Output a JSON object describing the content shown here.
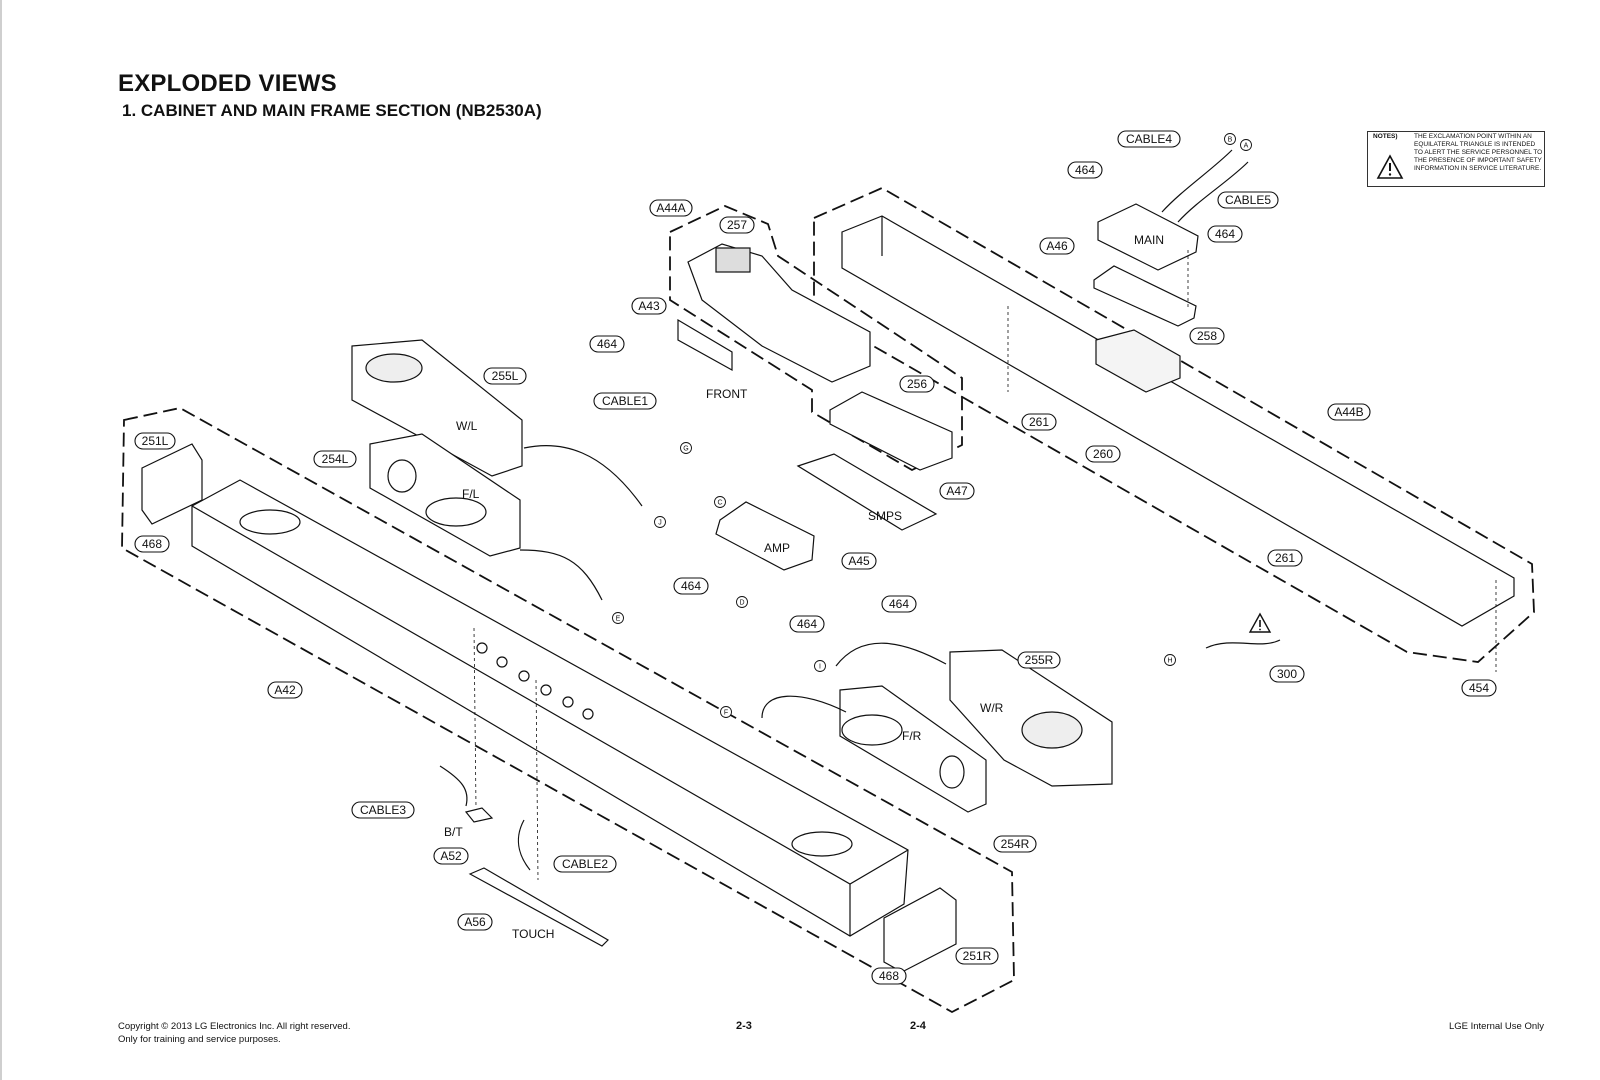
{
  "title": "EXPLODED VIEWS",
  "subtitle": "1. CABINET AND MAIN FRAME SECTION (NB2530A)",
  "notes": {
    "label": "NOTES)",
    "text": "THE EXCLAMATION POINT WITHIN AN EQUILATERAL TRIANGLE IS INTENDED TO ALERT THE SERVICE PERSONNEL TO THE PRESENCE OF IMPORTANT SAFETY INFORMATION IN SERVICE LITERATURE."
  },
  "part_labels": [
    "CABLE4",
    "464",
    "CABLE5",
    "A46",
    "464",
    "258",
    "A44A",
    "257",
    "A43",
    "464",
    "CABLE1",
    "256",
    "255L",
    "251L",
    "468",
    "254L",
    "A47",
    "A45",
    "464",
    "464",
    "464",
    "261",
    "260",
    "A44B",
    "261",
    "300",
    "454",
    "A42",
    "255R",
    "254R",
    "CABLE3",
    "A52",
    "CABLE2",
    "A56",
    "251R",
    "468"
  ],
  "component_names": [
    "MAIN",
    "FRONT",
    "W/L",
    "F/L",
    "SMPS",
    "AMP",
    "W/R",
    "F/R",
    "B/T",
    "TOUCH"
  ],
  "connector_refs": [
    "A",
    "B",
    "C",
    "D",
    "E",
    "F",
    "G",
    "H",
    "I",
    "J"
  ],
  "footer": {
    "copyright_line1": "Copyright © 2013 LG Electronics Inc. All right reserved.",
    "copyright_line2": "Only for training and service purposes.",
    "page_left": "2-3",
    "page_right": "2-4",
    "internal": "LGE Internal Use Only"
  }
}
